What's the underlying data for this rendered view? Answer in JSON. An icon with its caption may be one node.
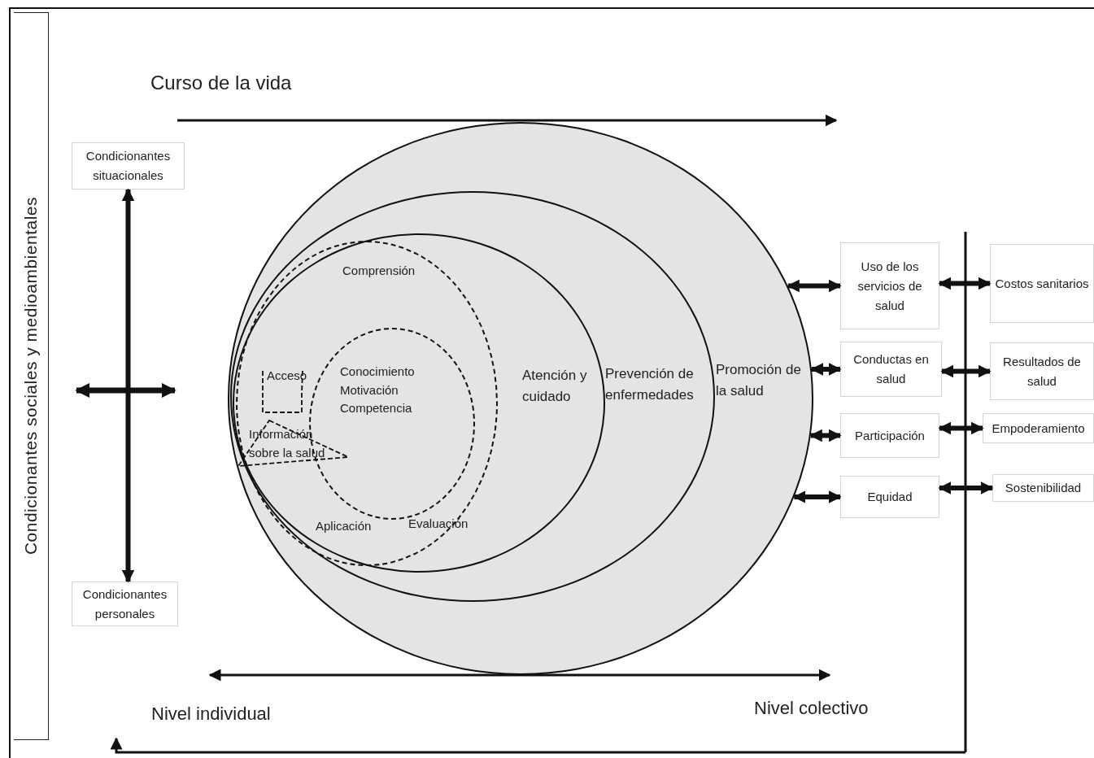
{
  "diagram": {
    "nodes": [
      {
        "text": [
          "Condicionantes sociales y medioambientales"
        ]
      },
      {
        "text": [
          "Condicionantes situacionales"
        ]
      },
      {
        "text": [
          "Condicionantes personales"
        ]
      },
      {
        "text": [
          "Promoción de la salud"
        ]
      },
      {
        "text": [
          "Prevención de enfermedades"
        ],
        "in": 3
      },
      {
        "text": [
          "Atención y cuidado"
        ],
        "in": 4
      },
      {
        "text": [
          "Comprensión",
          "Aplicación",
          "Evaluación"
        ],
        "in": 5
      },
      {
        "text": [
          "Acceso"
        ],
        "in": 6
      },
      {
        "text": [
          "Información sobre la salud"
        ],
        "in": 6
      },
      {
        "text": [
          "Conocimiento Motivación Competencia"
        ],
        "in": 6
      },
      {
        "text": [
          "Uso de los servicios de salud"
        ]
      },
      {
        "text": [
          "Conductas en salud"
        ]
      },
      {
        "text": [
          "Participación"
        ]
      },
      {
        "text": [
          "Equidad"
        ]
      },
      {
        "text": [
          "Costos sanitarios"
        ]
      },
      {
        "text": [
          "Resultados de salud"
        ]
      },
      {
        "text": [
          "Empoderamiento"
        ]
      },
      {
        "text": [
          "Sostenibilidad"
        ]
      }
    ],
    "edges": [
      {
        "from": 3,
        "to": 10,
        "arrow": "both"
      },
      {
        "from": 3,
        "to": 11,
        "arrow": "both"
      },
      {
        "from": 3,
        "to": 12,
        "arrow": "both"
      },
      {
        "from": 3,
        "to": 13,
        "arrow": "both"
      },
      {
        "from": 10,
        "to": 14,
        "arrow": "both"
      },
      {
        "from": 11,
        "to": 15,
        "arrow": "both"
      },
      {
        "from": 12,
        "to": 16,
        "arrow": "both"
      },
      {
        "from": 13,
        "to": 17,
        "arrow": "both"
      },
      {
        "from": 2,
        "to": 1,
        "arrow": "both"
      }
    ],
    "labels": [
      "Curso de la vida",
      "Nivel individual",
      "Nivel colectivo"
    ]
  }
}
